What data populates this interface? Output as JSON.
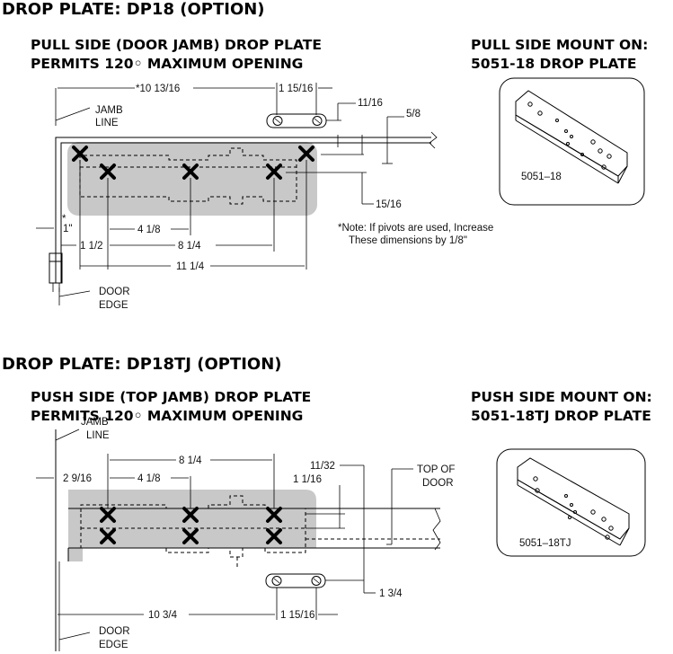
{
  "top": {
    "heading": "DROP PLATE: DP18 (OPTION)",
    "sub1": "PULL SIDE (DOOR JAMB) DROP PLATE",
    "sub2": "PERMITS 120◦ MAXIMUM OPENING",
    "mount1": "PULL SIDE MOUNT ON:",
    "mount2": "5051-18 DROP PLATE",
    "part_label": "5051–18",
    "labels": {
      "jamb1": "JAMB",
      "jamb2": "LINE",
      "door1": "DOOR",
      "door2": "EDGE",
      "d_10_13_16": "*10 13/16",
      "d_1_15_16": "1 15/16",
      "d_11_16": "11/16",
      "d_5_8": "5/8",
      "d_15_16": "15/16",
      "d_star": "*",
      "d_1": "1\"",
      "d_4_1_8": "4 1/8",
      "d_1_1_2": "1 1/2",
      "d_8_1_4": "8 1/4",
      "d_11_1_4": "11 1/4",
      "note1": "*Note: If pivots are used, Increase",
      "note2": "These dimensions by 1/8\""
    }
  },
  "bottom": {
    "heading": "DROP PLATE: DP18TJ (OPTION)",
    "sub1": "PUSH SIDE (TOP JAMB) DROP PLATE",
    "sub2": "PERMITS 120◦ MAXIMUM OPENING",
    "mount1": "PUSH SIDE MOUNT ON:",
    "mount2": "5051-18TJ DROP PLATE",
    "part_label": "5051–18TJ",
    "labels": {
      "jamb1": "JAMB",
      "jamb2": "LINE",
      "door1": "DOOR",
      "door2": "EDGE",
      "top1": "TOP OF",
      "top2": "DOOR",
      "d_8_1_4": "8 1/4",
      "d_2_9_16": "2 9/16",
      "d_4_1_8": "4 1/8",
      "d_11_32": "11/32",
      "d_1_1_16": "1 1/16",
      "d_1_3_4": "1 3/4",
      "d_10_3_4": "10 3/4",
      "d_1_15_16": "1 15/16"
    }
  }
}
